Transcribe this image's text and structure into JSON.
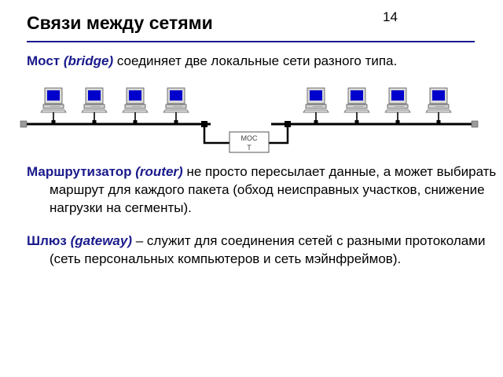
{
  "title": "Связи между сетями",
  "page_number": "14",
  "bridge": {
    "term": "Мост",
    "term_en": "(bridge)",
    "text": " соединяет две локальные сети разного типа."
  },
  "diagram": {
    "bridge_label_line1": "МОС",
    "bridge_label_line2": "Т",
    "left_computers": 4,
    "right_computers": 4
  },
  "router": {
    "term": "Маршрутизатор",
    "term_en": "(router)",
    "text": " не просто пересылает данные, а может выбирать маршрут для каждого пакета (обход неисправных участков, снижение нагрузки на сегменты)."
  },
  "gateway": {
    "term": "Шлюз",
    "term_en": "(gateway)",
    "text": " – служит для соединения сетей с разными протоколами (сеть персональных компьютеров и сеть мэйнфреймов)."
  },
  "colors": {
    "accent": "#1a1a8c",
    "screen": "#0000cc",
    "bus": "#000000"
  }
}
